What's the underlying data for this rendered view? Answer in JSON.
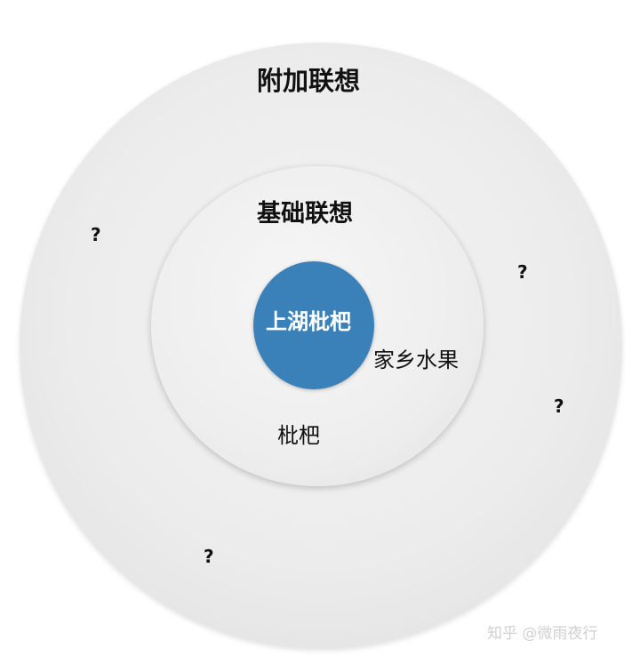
{
  "colors": {
    "core": "#3a80b9",
    "outer": "#ececec",
    "middle": "#eeeeee"
  },
  "outer_label": "附加联想",
  "middle_label": "基础联想",
  "core_label": "上湖枇杷",
  "associations": [
    "家乡水果",
    "枇杷"
  ],
  "unknowns": [
    "?",
    "?",
    "?",
    "?"
  ],
  "watermark": "知乎 @微雨夜行"
}
